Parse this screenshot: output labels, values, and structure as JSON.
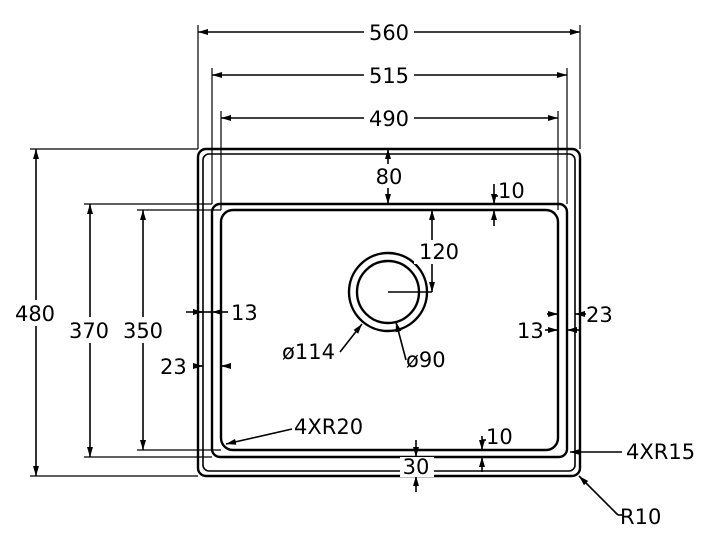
{
  "dimensions": {
    "overall_width": "560",
    "flange_width": "515",
    "bowl_width": "490",
    "overall_depth": "480",
    "flange_depth": "370",
    "bowl_depth": "350",
    "front_margin": "80",
    "drain_offset": "120",
    "lip_top": "10",
    "lip_bottom": "10",
    "side_left_13": "13",
    "side_right_13": "13",
    "side_left_23": "23",
    "side_right_23": "23",
    "back_margin": "30",
    "drain_outer": "ø114",
    "drain_inner": "ø90",
    "bowl_radius": "4XR20",
    "flange_radius": "4XR15",
    "outer_radius": "R10"
  }
}
